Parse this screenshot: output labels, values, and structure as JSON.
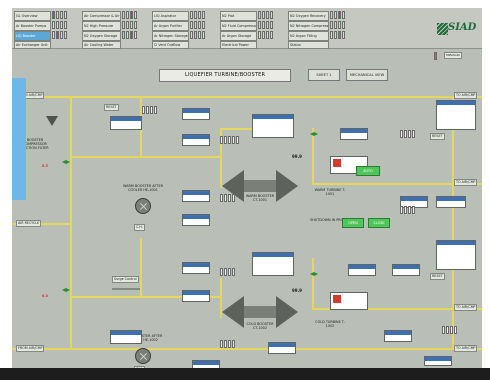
{
  "top_buttons": [
    {
      "label": "GL Overview",
      "active": false
    },
    {
      "label": "Air Compressor & Air",
      "active": false
    },
    {
      "label": "LIQ Aspirator",
      "active": false
    },
    {
      "label": "N2 Plot",
      "active": false
    },
    {
      "label": "N2 Oxygen Recovery",
      "active": false
    },
    {
      "label": "Ar Booster Pumps",
      "active": false
    },
    {
      "label": "N2 High Pressure",
      "active": false
    },
    {
      "label": "Ar Argon Purifier",
      "active": false
    },
    {
      "label": "N2 Fluid Compressor",
      "active": false
    },
    {
      "label": "N2 Nitrogen Compressor",
      "active": false
    },
    {
      "label": "LIQ Booster",
      "active": true
    },
    {
      "label": "N2 Oxygen Storage",
      "active": false
    },
    {
      "label": "Ar Nitrogen Storage",
      "active": false
    },
    {
      "label": "Ar Argon Storage",
      "active": false
    },
    {
      "label": "N2 Argon Filling",
      "active": false
    },
    {
      "label": "Air Exchanger Unit",
      "active": false
    },
    {
      "label": "Air Cooling Water",
      "active": false
    },
    {
      "label": "Cl Vent Outflow",
      "active": false
    },
    {
      "label": "Electrical Power",
      "active": false
    },
    {
      "label": "Status",
      "active": false
    }
  ],
  "logo": {
    "text": "SIAD"
  },
  "status_label": "MRVAGRI",
  "screen_title": "LIQUEFIER TURBINE/BOOSTER",
  "sheet_label": "SHEET 1",
  "mech_label": "MECHANICAL VIEW",
  "left_tags": {
    "from_air": "FROM AIR/CMP",
    "booster_label": "BOOSTER COMPRESSOR SUCTION FILTER",
    "to_recycle": "AIR RECYCLE",
    "from_air_bottom": "FROM AIR/CMP"
  },
  "right_tags": {
    "to_cmp_top": "TO AIR/CMP",
    "to_cmp_mid": "TO AIR/CMP",
    "to_cmp_bottom": "TO AIR/CMP",
    "recycle_bottom": "TO AIR/CMP"
  },
  "machines": {
    "warm_cooler": "WARM BOOSTER AFTER COOLER HE-1001",
    "cold_cooler": "COLD BOOSTER AFTER COOLER HE-1002",
    "warm_booster": "WARM BOOSTER CT-1001",
    "cold_booster": "COLD BOOSTER CT-1002",
    "warm_turbine": "WARM TURBINE T-1001",
    "cold_turbine": "COLD TURBINE T-1002",
    "shutdown": "SHUTDOWN IN PROG",
    "surge": "Surge Control",
    "speed_top": "99.9",
    "speed_bottom": "99.9",
    "reset_top": "RESET",
    "reset_bottom": "RESET",
    "ch_top": "C.H.",
    "ch_bottom": "C.H.",
    "auto_top": "AUTO",
    "open_btn": "OPEN",
    "close_btn": "CLOSE",
    "value_left_top": "8.5",
    "value_left_bottom": "6.5"
  },
  "colors": {
    "screen_bg": "#b9bfb7",
    "pipe": "#e6d65c",
    "accent_blue": "#3e6fb2",
    "alarm_red": "#d13b30",
    "ok_green": "#4fc65a"
  }
}
